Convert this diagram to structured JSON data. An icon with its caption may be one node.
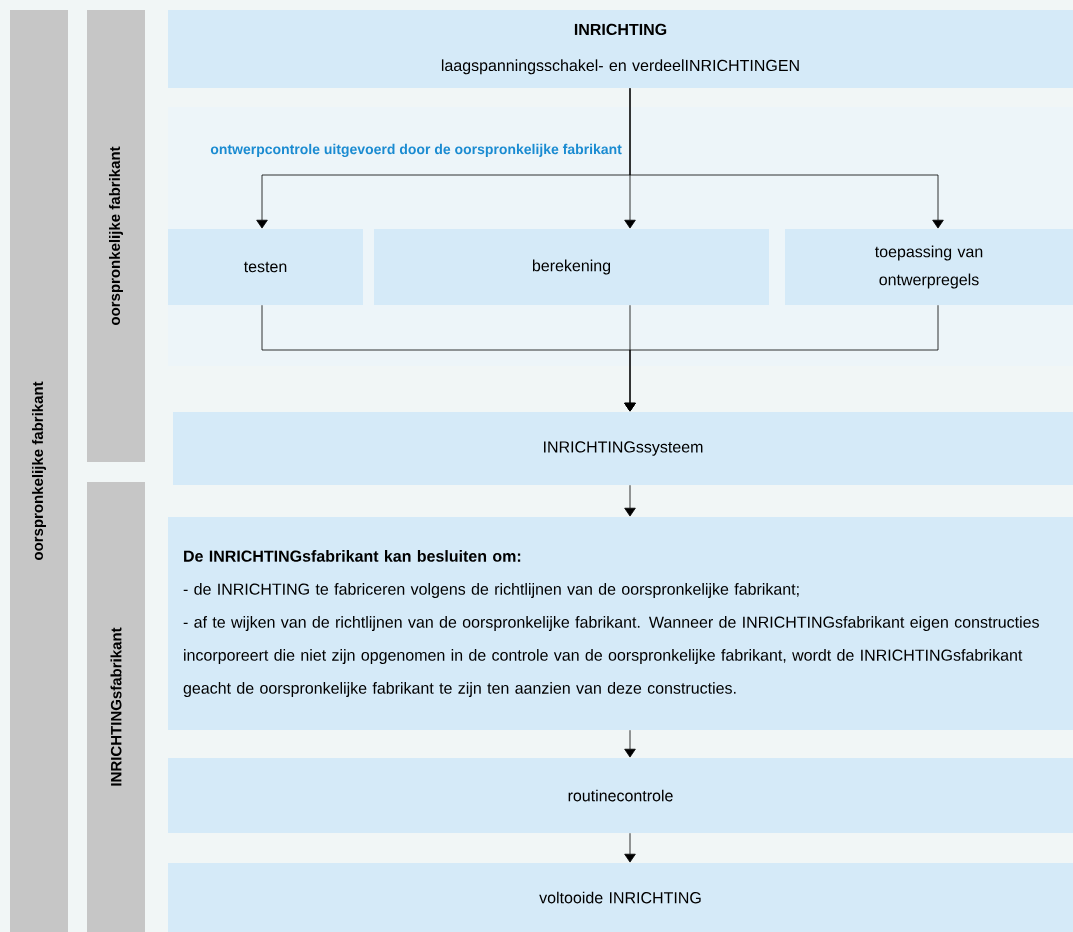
{
  "diagram": {
    "nodes": [
      {
        "text": [
          "oorspronkelijke fabrikant"
        ]
      },
      {
        "text": [
          "oorspronkelijke fabrikant"
        ]
      },
      {
        "text": [
          "INRICHTINGsfabrikant"
        ]
      },
      {
        "text": [
          "INRICHTING",
          "laagspanningsschakel- en verdeelINRICHTINGEN"
        ]
      },
      {
        "text": [
          "ontwerpcontrole uitgevoerd door de oorspronkelijke fabrikant"
        ]
      },
      {
        "text": [
          "testen"
        ],
        "in": 4
      },
      {
        "text": [
          "berekening"
        ],
        "in": 4
      },
      {
        "text": [
          "toepassing van ontwerpregels"
        ],
        "in": 4
      },
      {
        "text": [
          "INRICHTINGssysteem"
        ]
      },
      {
        "text": [
          "De INRICHTINGsfabrikant kan besluiten om:",
          "- de INRICHTING te fabriceren volgens de richtlijnen van de oorspronkelijke fabrikant;",
          "- af te wijken van de richtlijnen van de oorspronkelijke fabrikant. Wanneer de INRICHTINGsfabrikant eigen constructies incorporeert die niet zijn opgenomen in de controle van de oorspronkelijke fabrikant, wordt de INRICHTINGsfabrikant geacht de oorspronkelijke fabrikant te zijn ten aanzien van deze constructies."
        ]
      },
      {
        "text": [
          "routinecontrole"
        ]
      },
      {
        "text": [
          "voltooide INRICHTING"
        ]
      }
    ],
    "edges": [
      {
        "from": 3,
        "to": 5,
        "arrow": "to"
      },
      {
        "from": 3,
        "to": 6,
        "arrow": "to"
      },
      {
        "from": 3,
        "to": 7,
        "arrow": "to"
      },
      {
        "from": 5,
        "to": 8,
        "arrow": "to"
      },
      {
        "from": 6,
        "to": 8,
        "arrow": "to"
      },
      {
        "from": 7,
        "to": 8,
        "arrow": "to"
      },
      {
        "from": 8,
        "to": 9,
        "arrow": "to"
      },
      {
        "from": 9,
        "to": 10,
        "arrow": "to"
      },
      {
        "from": 10,
        "to": 11,
        "arrow": "to"
      }
    ]
  }
}
